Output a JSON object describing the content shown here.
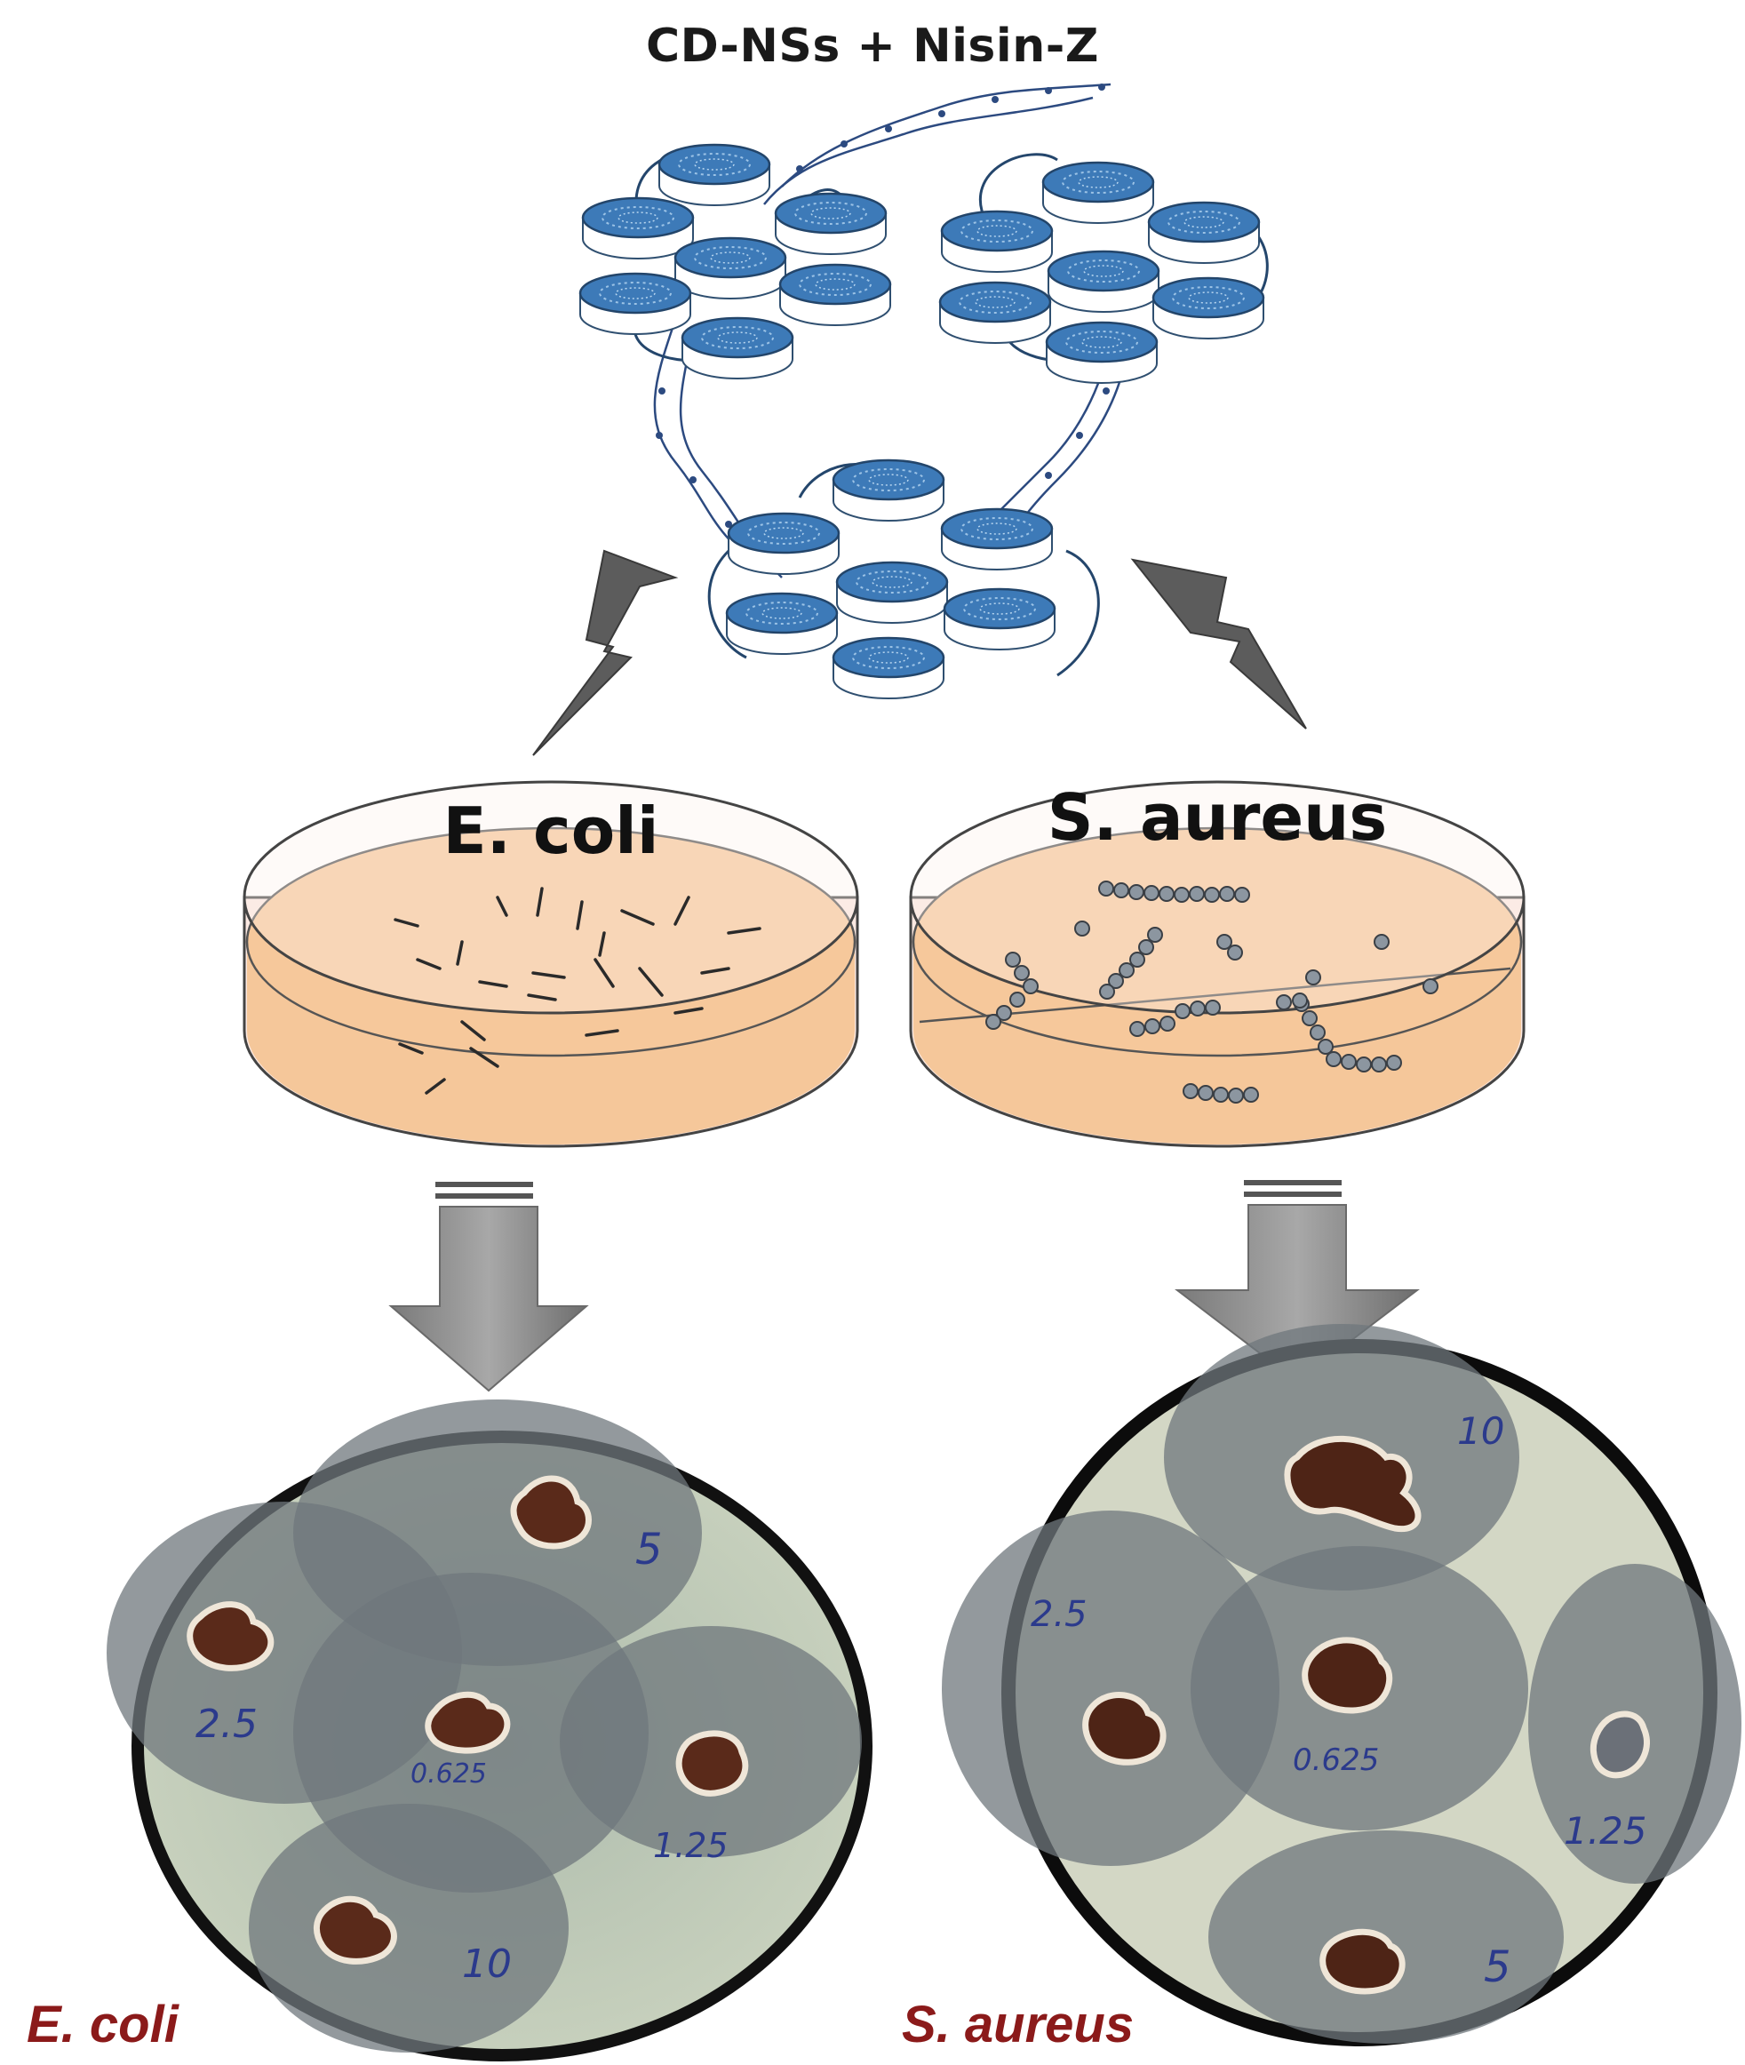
{
  "title": "CD-NSs + Nisin-Z",
  "dishes": {
    "left": {
      "label": "E. coli"
    },
    "right": {
      "label": "S. aureus"
    }
  },
  "plates": {
    "left": {
      "caption": "E. coli",
      "well_labels": [
        "5",
        "2.5",
        "0.625",
        "1.25",
        "10"
      ]
    },
    "right": {
      "caption": "S. aureus",
      "well_labels": [
        "10",
        "2.5",
        "0.625",
        "1.25",
        "5"
      ]
    }
  },
  "colors": {
    "nanosponge": "#3d7ab8",
    "agar": "#f5c79a",
    "arrow": "#8c8c8c",
    "caption": "#8b1a1a",
    "zone": "#6f777c",
    "plate_bg": "#b9c6b4",
    "well": "#5a2a1a"
  }
}
